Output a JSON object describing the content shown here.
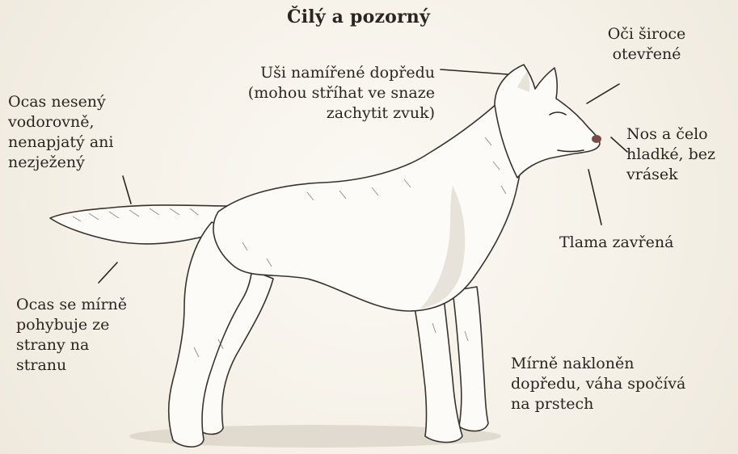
{
  "title": "Čilý a pozorný",
  "annotations": {
    "eyes": "Oči široce\notevřené",
    "ears": "Uši namířené dopředu\n(mohou stříhat ve snaze\nzachytit zvuk)",
    "tail_carried": "Ocas nesený\nvodorovně,\nnenapjatý ani\nnezježený",
    "nose": "Nos a čelo\nhladké, bez\nvrásek",
    "mouth": "Tlama zavřená",
    "tail_moving": "Ocas se mírně\npohybuje ze\nstrany na\nstranu",
    "stance": "Mírně nakloněn\ndopředu, váha spočívá\nna prstech"
  },
  "colors": {
    "ink": "#2a2521",
    "paper": "#f6f3ec"
  }
}
